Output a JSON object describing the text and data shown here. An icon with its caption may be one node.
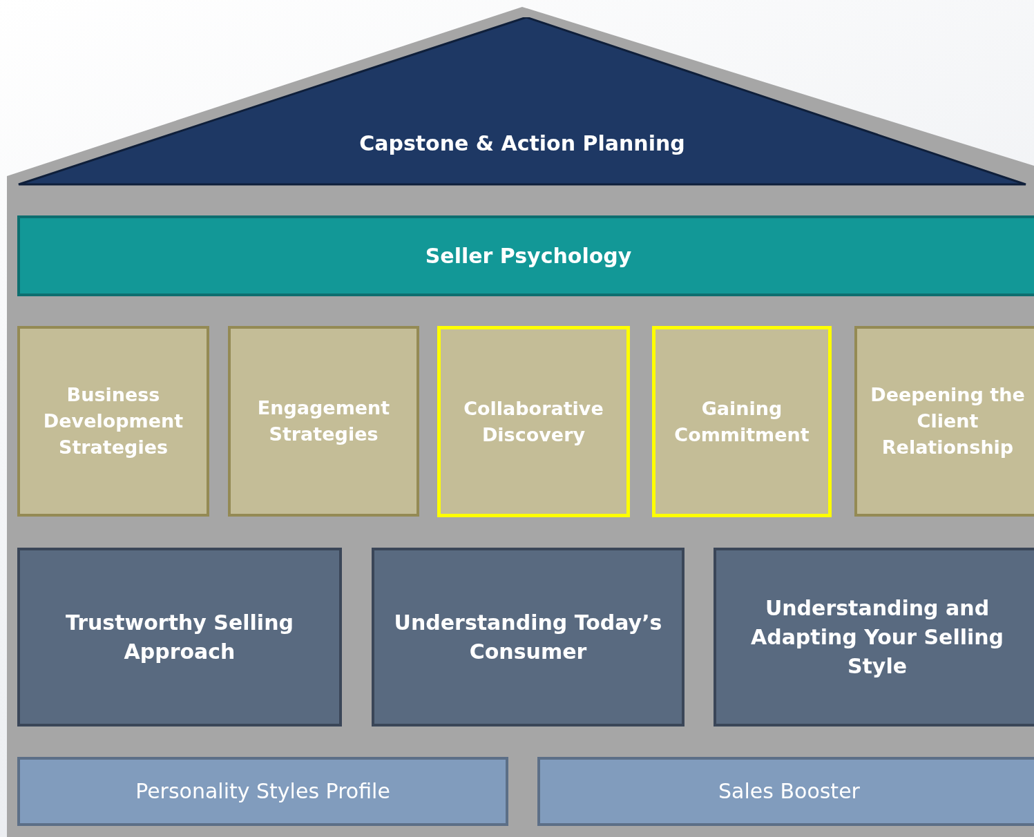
{
  "diagram": {
    "nodes": [
      {
        "text": [
          "Capstone & Action Planning"
        ]
      },
      {
        "text": [
          "Seller Psychology"
        ]
      },
      {
        "text": [
          "Business Development Strategies"
        ]
      },
      {
        "text": [
          "Engagement Strategies"
        ]
      },
      {
        "text": [
          "Collaborative Discovery"
        ]
      },
      {
        "text": [
          "Gaining Commitment"
        ]
      },
      {
        "text": [
          "Deepening the Client Relationship"
        ]
      },
      {
        "text": [
          "Trustworthy Selling Approach"
        ]
      },
      {
        "text": [
          "Understanding Today’s Consumer"
        ]
      },
      {
        "text": [
          "Understanding and Adapting Your Selling Style"
        ]
      },
      {
        "text": [
          "Personality Styles Profile"
        ]
      },
      {
        "text": [
          "Sales Booster"
        ]
      }
    ]
  }
}
